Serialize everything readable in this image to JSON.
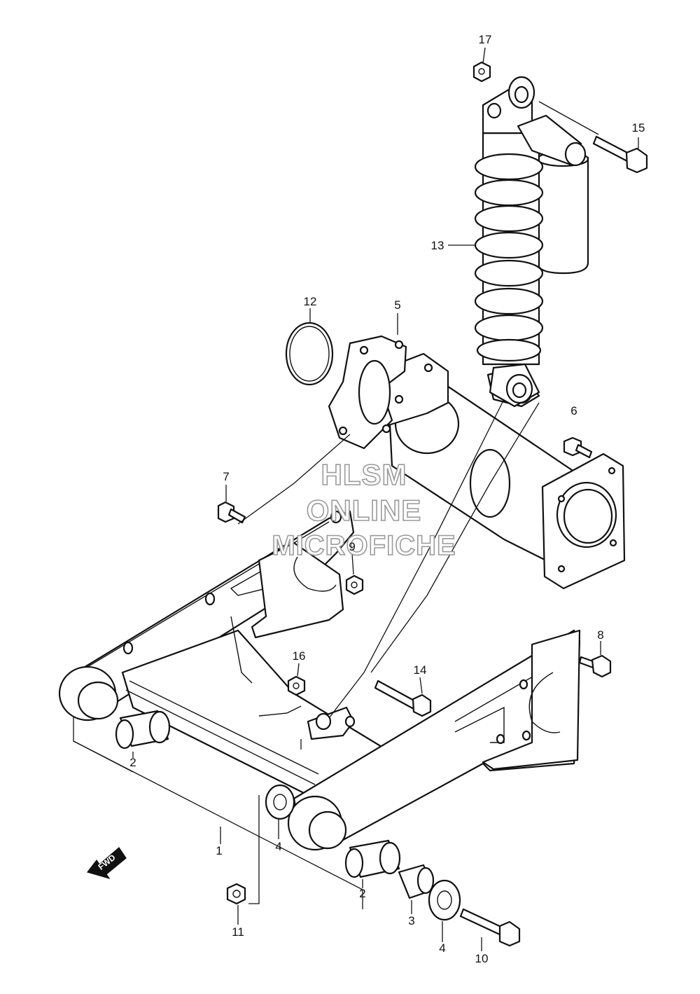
{
  "watermark": {
    "line1": "HLSM",
    "line2": "ONLINE",
    "line3": "MICROFICHE"
  },
  "fwd_label": "FWD",
  "callouts": {
    "c1": "1",
    "c2a": "2",
    "c2b": "2",
    "c3": "3",
    "c4a": "4",
    "c4b": "4",
    "c5": "5",
    "c6": "6",
    "c7": "7",
    "c8": "8",
    "c9": "9",
    "c10": "10",
    "c11": "11",
    "c12": "12",
    "c13": "13",
    "c14": "14",
    "c15": "15",
    "c16": "16",
    "c17": "17"
  }
}
